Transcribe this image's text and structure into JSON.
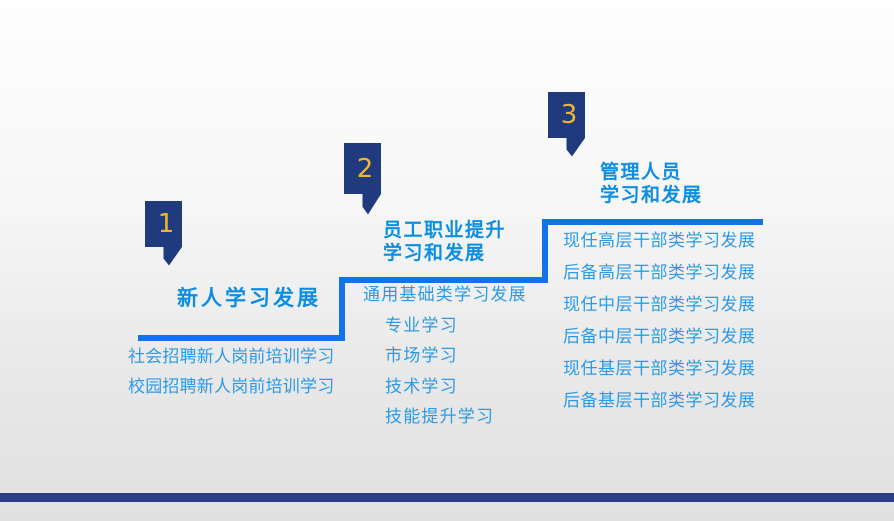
{
  "steps": [
    {
      "number": "1",
      "title_lines": [
        "新人学习发展"
      ],
      "items": [
        "社会招聘新人岗前培训学习",
        "校园招聘新人岗前培训学习"
      ]
    },
    {
      "number": "2",
      "title_lines": [
        "员工职业提升",
        "学习和发展"
      ],
      "items": [
        "通用基础类学习发展",
        "专业学习",
        "市场学习",
        "技术学习",
        "技能提升学习"
      ]
    },
    {
      "number": "3",
      "title_lines": [
        "管理人员",
        "学习和发展"
      ],
      "items": [
        "现任高层干部类学习发展",
        "后备高层干部类学习发展",
        "现任中层干部类学习发展",
        "后备中层干部类学习发展",
        "现任基层干部类学习发展",
        "后备基层干部类学习发展"
      ]
    }
  ],
  "colors": {
    "stair_line": "#1273E8",
    "marker_fill": "#1F3B7E",
    "marker_number": "#F2B52B",
    "title_text": "#0E8EE0",
    "item_text": "#2D9AE3",
    "footer_bar": "#2B3F87",
    "background_top": "#FEFEFE",
    "background_bottom": "#E0E0E0"
  }
}
